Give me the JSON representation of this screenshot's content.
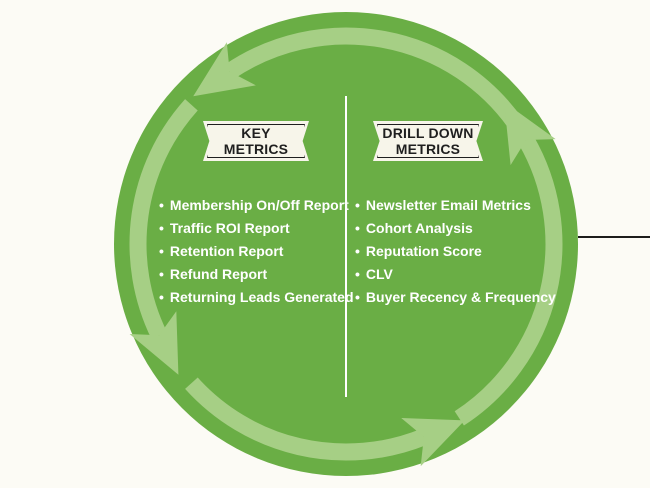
{
  "colors": {
    "background": "#fcfbf5",
    "circle": "#6aae45",
    "arrow": "#a6cf85",
    "divider": "#ffffff",
    "label_box": "#f7f5ea",
    "text": "#ffffff",
    "connector": "#1d1d1b"
  },
  "key_metrics": {
    "heading_lines": [
      "KEY",
      "METRICS"
    ],
    "items": [
      "Membership On/Off Report",
      "Traffic ROI Report",
      "Retention Report",
      "Refund Report",
      "Returning Leads Generated"
    ]
  },
  "drill_down_metrics": {
    "heading_lines": [
      "DRILL DOWN",
      "METRICS"
    ],
    "items": [
      "Newsletter Email Metrics",
      "Cohort Analysis",
      "Reputation Score",
      "CLV",
      "Buyer Recency & Frequency"
    ]
  },
  "cycle_arrows": [
    "top-arrow-icon",
    "left-arrow-icon",
    "bottom-arrow-icon",
    "right-arrow-icon"
  ]
}
